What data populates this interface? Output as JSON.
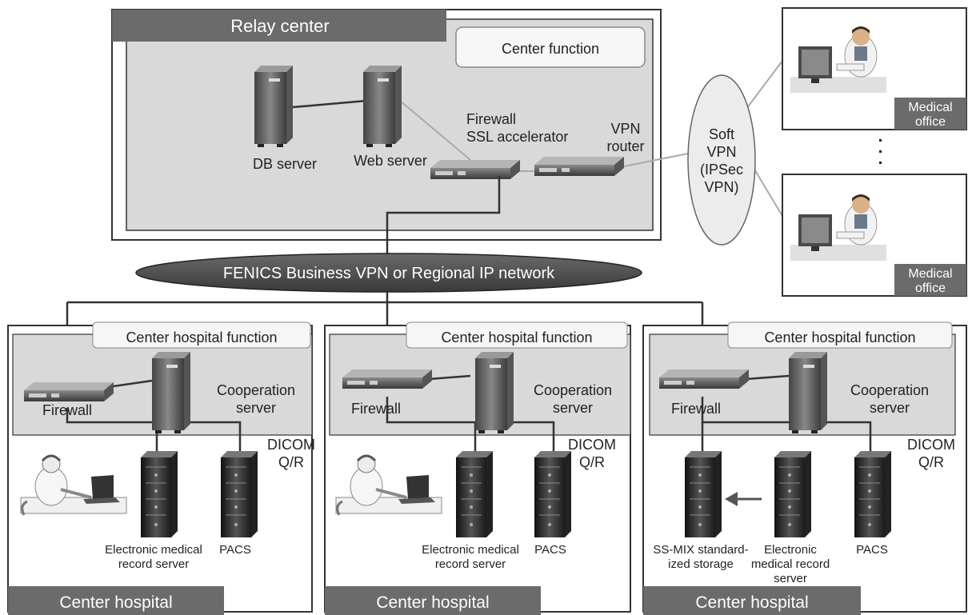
{
  "relay_center": {
    "title": "Relay center",
    "function_label": "Center function",
    "db_server": "DB server",
    "web_server": "Web server",
    "firewall_line1": "Firewall",
    "firewall_line2": "SSL accelerator",
    "vpn_router_line1": "VPN",
    "vpn_router_line2": "router"
  },
  "soft_vpn": {
    "line1": "Soft",
    "line2": "VPN",
    "line3": "(IPSec",
    "line4": "VPN)"
  },
  "medical_offices": [
    {
      "line1": "Medical",
      "line2": "office"
    },
    {
      "line1": "Medical",
      "line2": "office"
    }
  ],
  "network": {
    "label": "FENICS Business VPN or Regional IP network"
  },
  "hospitals": [
    {
      "title": "Center hospital",
      "function_label": "Center hospital function",
      "firewall": "Firewall",
      "coop_line1": "Cooperation",
      "coop_line2": "server",
      "dicom_line1": "DICOM",
      "dicom_line2": "Q/R",
      "emr_line1": "Electronic medical",
      "emr_line2": "record server",
      "pacs": "PACS"
    },
    {
      "title": "Center hospital",
      "function_label": "Center hospital function",
      "firewall": "Firewall",
      "coop_line1": "Cooperation",
      "coop_line2": "server",
      "dicom_line1": "DICOM",
      "dicom_line2": "Q/R",
      "emr_line1": "Electronic medical",
      "emr_line2": "record server",
      "pacs": "PACS"
    },
    {
      "title": "Center hospital",
      "function_label": "Center hospital function",
      "firewall": "Firewall",
      "coop_line1": "Cooperation",
      "coop_line2": "server",
      "dicom_line1": "DICOM",
      "dicom_line2": "Q/R",
      "ssmix_line1": "SS-MIX standard-",
      "ssmix_line2": "ized storage",
      "emr_line1": "Electronic",
      "emr_line2": "medical record",
      "emr_line3": "server",
      "pacs": "PACS"
    }
  ],
  "colors": {
    "title_bar": "#6b6b6b",
    "panel": "#d9d9d9",
    "border": "#333333",
    "network_ellipse": "#555555"
  }
}
